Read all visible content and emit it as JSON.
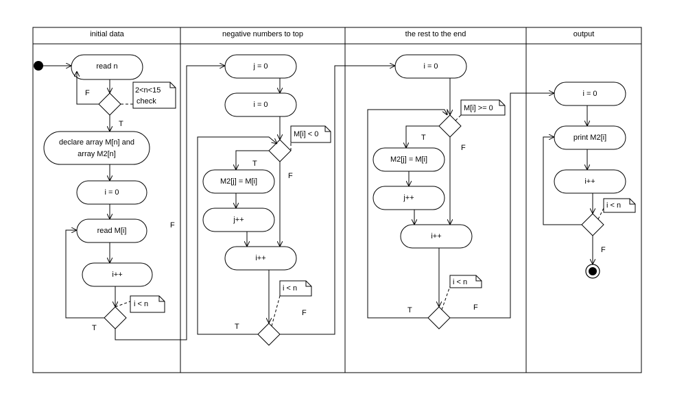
{
  "lanes": [
    {
      "title": "initial data"
    },
    {
      "title": "negative numbers to top"
    },
    {
      "title": "the rest to the end"
    },
    {
      "title": "output"
    }
  ],
  "actions": {
    "read_n": "read n",
    "declare_1": "declare array M[n] and",
    "declare_2": "array M2[n]",
    "a_i0": "i = 0",
    "read_mi": "read M[i]",
    "a_inc": "i++",
    "b_j0": "j = 0",
    "b_i0": "i = 0",
    "b_assign": "M2[j] = M[i]",
    "b_jinc": "j++",
    "b_iinc": "i++",
    "c_i0": "i = 0",
    "c_assign": "M2[j] = M[i]",
    "c_jinc": "j++",
    "c_iinc": "i++",
    "d_i0": "i = 0",
    "d_print": "print M2[i]",
    "d_inc": "i++"
  },
  "notes": {
    "check_1": "2<n<15",
    "check_2": "check",
    "a_loop": "i < n",
    "b_cond": "M[i] < 0",
    "b_loop": "i < n",
    "c_cond": "M[i] >= 0",
    "c_loop": "i < n",
    "d_loop": "i < n"
  },
  "guards": {
    "a_check_false": "F",
    "a_check_true": "T",
    "a_loop_true": "T",
    "a_exit_false": "F",
    "b_cond_true": "T",
    "b_cond_false": "F",
    "b_loop_true": "T",
    "b_loop_false": "F",
    "c_cond_true": "T",
    "c_cond_false": "F",
    "c_loop_true": "T",
    "c_loop_false": "F",
    "d_loop_false": "F"
  }
}
